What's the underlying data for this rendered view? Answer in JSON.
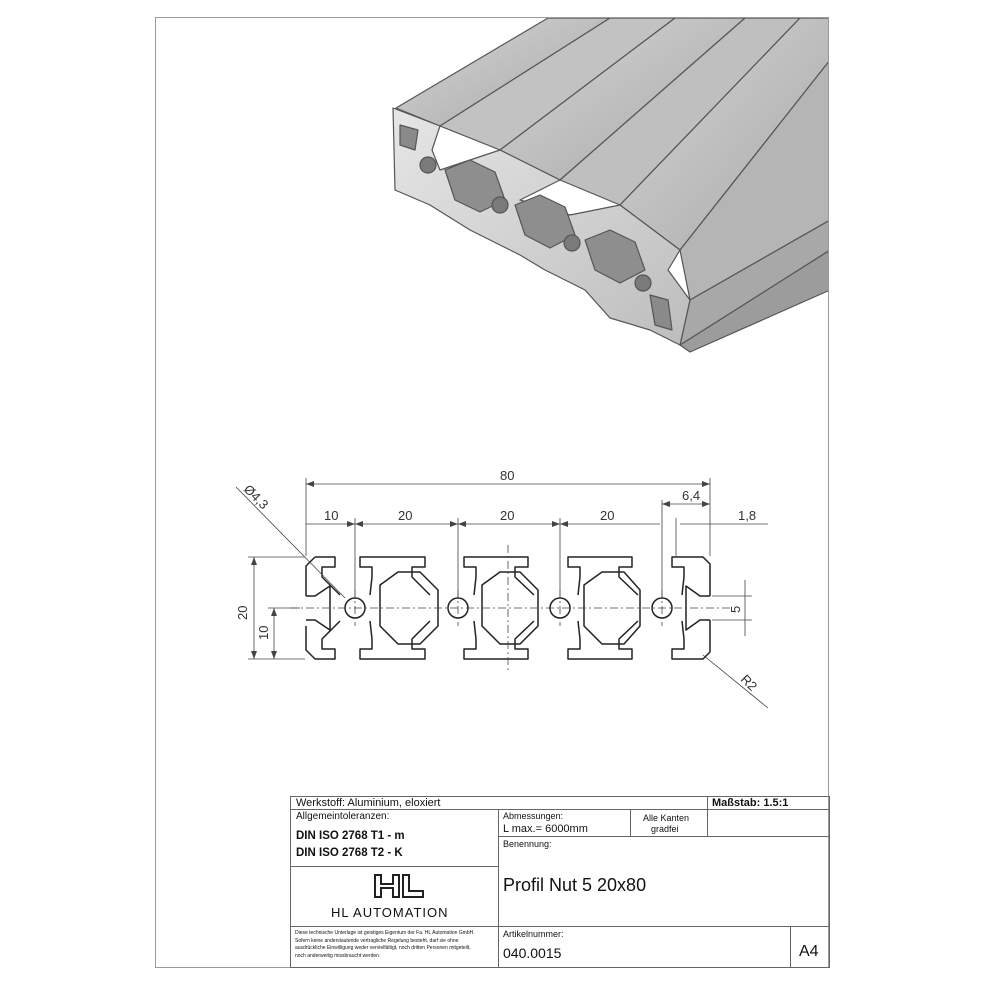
{
  "drawing": {
    "dimensions": {
      "width_total": "80",
      "pitch_edge": "10",
      "pitch_1": "20",
      "pitch_2": "20",
      "pitch_3": "20",
      "slot_width": "6,4",
      "wall": "1,8",
      "height_total": "20",
      "height_half": "10",
      "slot_5": "5",
      "hole_dia": "Ø4,3",
      "radius": "R2"
    }
  },
  "title_block": {
    "material": "Werkstoff: Aluminium, eloxiert",
    "scale": "Maßstab: 1.5:1",
    "tolerances_label": "Allgemeintoleranzen:",
    "tolerance_1": "DIN ISO 2768 T1 - m",
    "tolerance_2": "DIN ISO 2768 T2 - K",
    "dimensions_label": "Abmessungen:",
    "length": "L max.= 6000mm",
    "edges_line1": "Alle Kanten",
    "edges_line2": "gradfei",
    "name_label": "Benennung:",
    "name": "Profil Nut 5 20x80",
    "company": "HL AUTOMATION",
    "disclaimer_1": "Diese technische Unterlage ist geistiges Eigentum der Fa. HL Automation GmbH.",
    "disclaimer_2": "Sofern keine anderslautende vertragliche Regelung besteht, darf sie ohne",
    "disclaimer_3": "ausdrückliche Einwilligung weder vervielfältigt, noch dritten Personen mitgeteilt,",
    "disclaimer_4": "noch anderweitig missbraucht werden.",
    "article_label": "Artikelnummer:",
    "article": "040.0015",
    "format": "A4"
  }
}
